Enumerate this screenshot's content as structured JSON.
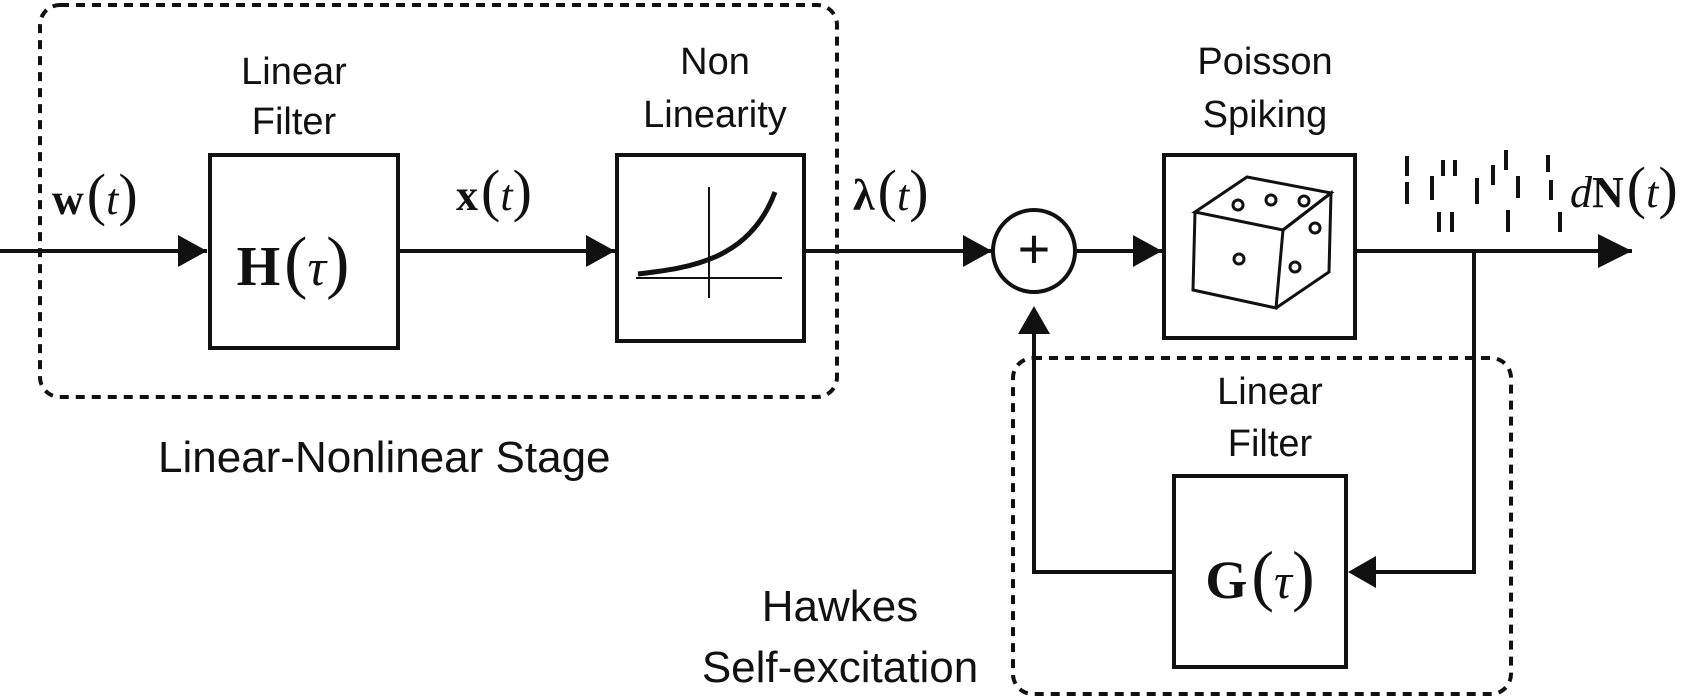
{
  "diagram": {
    "blocks": {
      "linear_filter_top": {
        "caption": [
          "Linear",
          "Filter"
        ],
        "symbol": "H",
        "arg": "τ"
      },
      "nonlinearity": {
        "caption": [
          "Non",
          "Linearity"
        ]
      },
      "poisson": {
        "caption": [
          "Poisson",
          "Spiking"
        ]
      },
      "linear_filter_bottom": {
        "caption": [
          "Linear",
          "Filter"
        ],
        "symbol": "G",
        "arg": "τ"
      },
      "summer": {
        "symbol": "+"
      }
    },
    "signals": {
      "input": {
        "symbol": "w",
        "arg": "t"
      },
      "filtered": {
        "symbol": "x",
        "arg": "t"
      },
      "rate": {
        "symbol": "λ",
        "arg": "t"
      },
      "output": {
        "prefix": "d",
        "symbol": "N",
        "arg": "t"
      }
    },
    "stages": {
      "ln": "Linear-Nonlinear Stage",
      "hawkes": [
        "Hawkes",
        "Self-excitation"
      ]
    }
  }
}
